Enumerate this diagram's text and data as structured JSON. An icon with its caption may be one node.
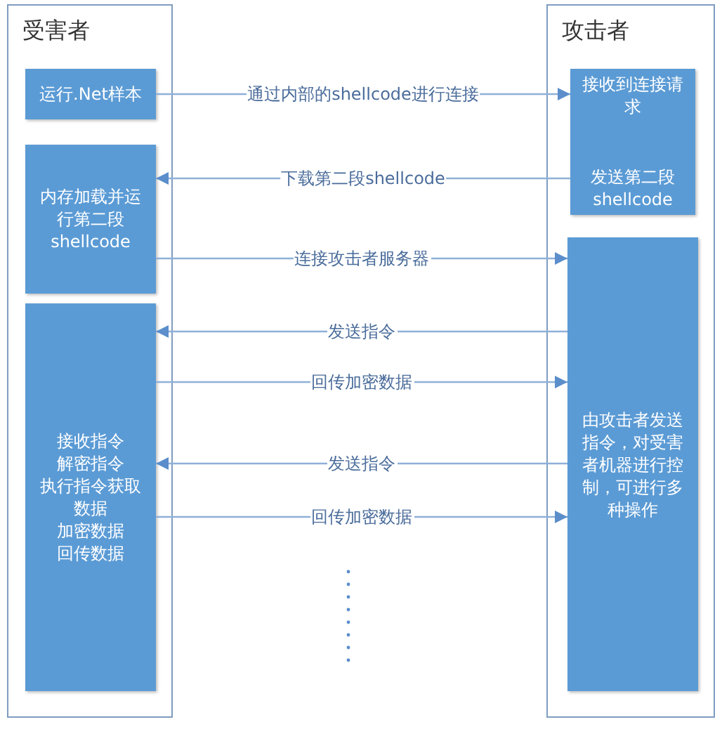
{
  "diagram": {
    "nodes": [
      {
        "text": [
          "受害者"
        ]
      },
      {
        "text": [
          "攻击者"
        ]
      },
      {
        "text": [
          "运行.Net样本"
        ],
        "in": 0
      },
      {
        "text": [
          "内存加载并运行第二段shellcode"
        ],
        "in": 0
      },
      {
        "text": [
          "接收指令",
          "解密指令",
          "执行指令获取数据",
          "加密数据",
          "回传数据"
        ],
        "in": 0
      },
      {
        "text": [
          "接收到连接请求",
          "发送第二段shellcode"
        ],
        "in": 1
      },
      {
        "text": [
          "由攻击者发送指令，对受害者机器进行控制，可进行多种操作"
        ],
        "in": 1
      }
    ],
    "edges": [
      {
        "from": 2,
        "to": 5,
        "arrow": "to",
        "label": "通过内部的shellcode进行连接"
      },
      {
        "from": 5,
        "to": 3,
        "arrow": "to",
        "label": "下载第二段shellcode"
      },
      {
        "from": 3,
        "to": 6,
        "arrow": "to",
        "label": "连接攻击者服务器"
      },
      {
        "from": 6,
        "to": 4,
        "arrow": "to",
        "label": "发送指令"
      },
      {
        "from": 4,
        "to": 6,
        "arrow": "to",
        "label": "回传加密数据"
      },
      {
        "from": 6,
        "to": 4,
        "arrow": "to",
        "label": "发送指令"
      },
      {
        "from": 4,
        "to": 6,
        "arrow": "to",
        "label": "回传加密数据"
      }
    ]
  }
}
